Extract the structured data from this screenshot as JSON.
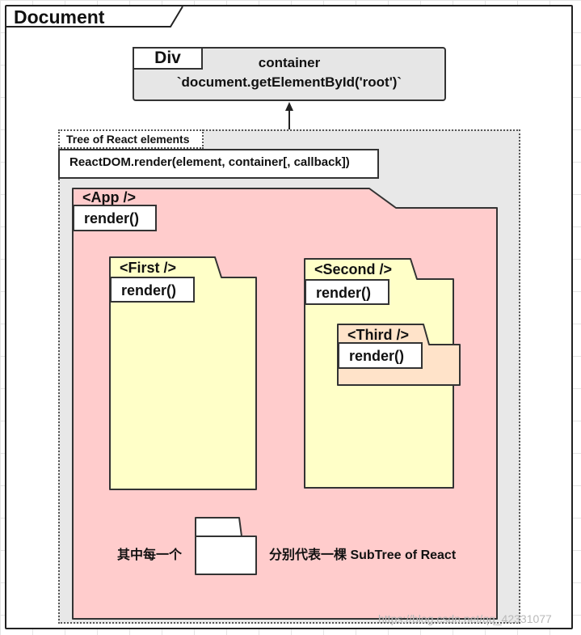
{
  "document": {
    "title": "Document"
  },
  "div_node": {
    "tag": "Div",
    "line1": "container",
    "line2": "`document.getElementById('root')`"
  },
  "tree": {
    "label": "Tree of React elements",
    "render_call": "ReactDOM.render(element, container[, callback])"
  },
  "app": {
    "name": "<App />",
    "render": "render()"
  },
  "first": {
    "name": "<First />",
    "render": "render()"
  },
  "second": {
    "name": "<Second />",
    "render": "render()"
  },
  "third": {
    "name": "<Third />",
    "render": "render()"
  },
  "legend": {
    "left": "其中每一个",
    "right": "分别代表一棵 SubTree of React"
  },
  "watermark": "https://blog.csdn.net/qq_42331077",
  "colors": {
    "app_fill": "#ffcccc",
    "component_fill": "#ffffc8",
    "third_fill": "#ffe3c9",
    "container_fill": "#e6e6e6"
  }
}
